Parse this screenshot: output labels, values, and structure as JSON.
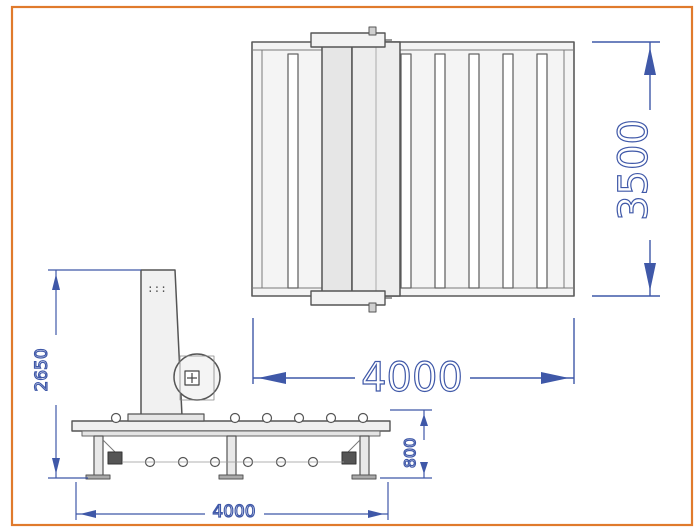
{
  "colors": {
    "frame": "#e07a2c",
    "dimension": "#3f58a8",
    "outline": "#5a5a5a",
    "fill_light": "#eeeeee",
    "fill_mid": "#dcdcdc"
  },
  "dimensions": {
    "top_width": "4000",
    "top_height": "3500",
    "side_height": "2650",
    "side_table_height": "800",
    "side_width": "4000"
  },
  "side_view": {
    "panel_dots": ":::"
  }
}
